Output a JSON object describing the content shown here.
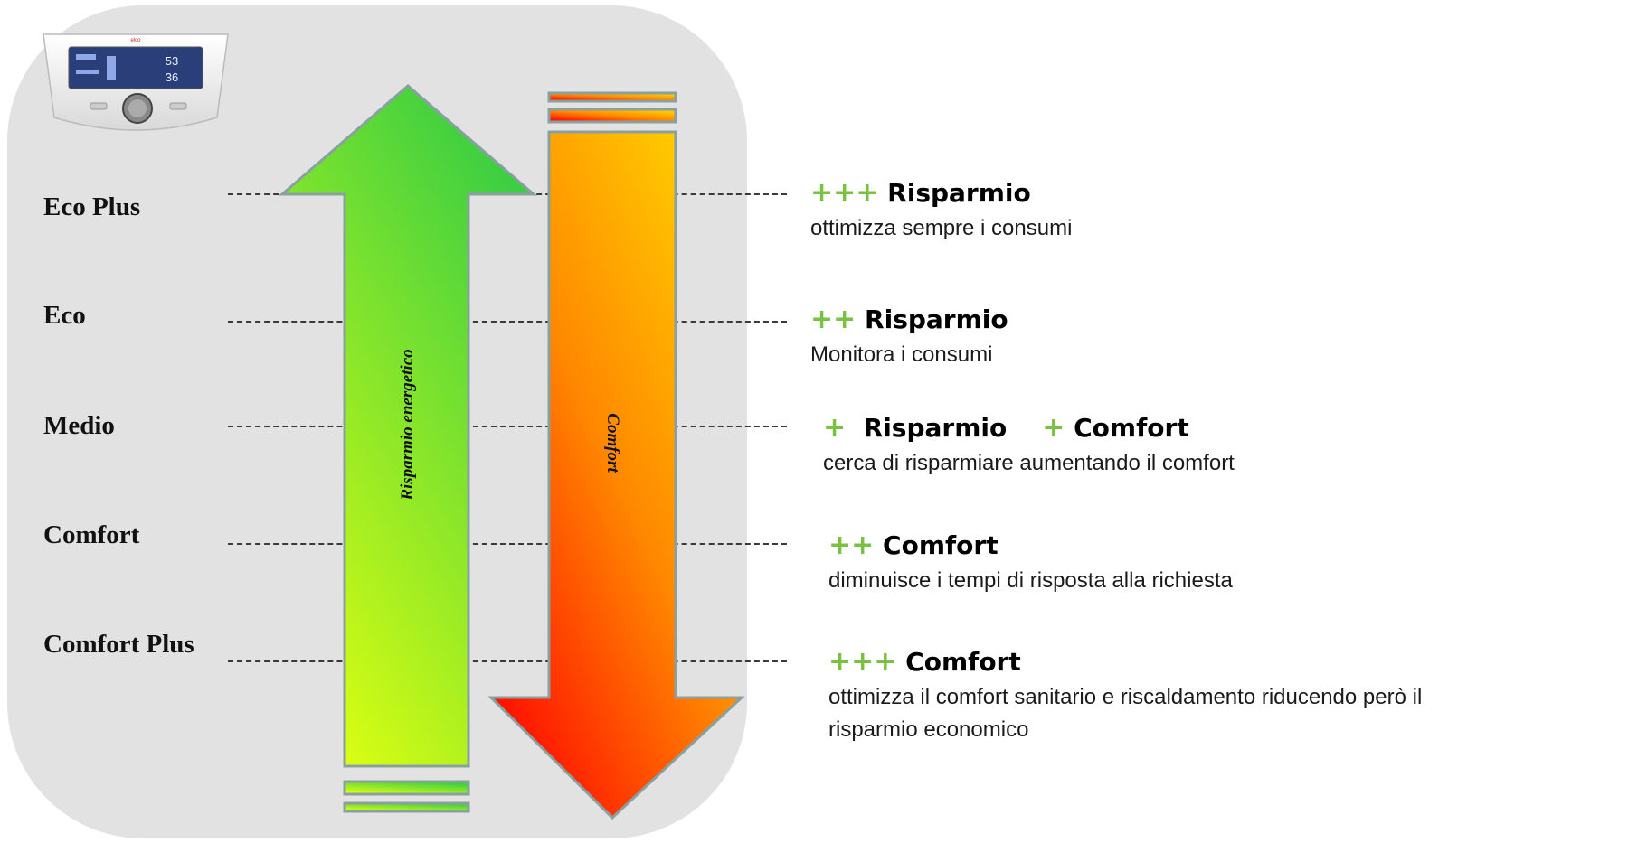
{
  "levels": [
    {
      "label": "Eco Plus"
    },
    {
      "label": "Eco"
    },
    {
      "label": "Medio"
    },
    {
      "label": "Comfort"
    },
    {
      "label": "Comfort Plus"
    }
  ],
  "arrows": {
    "up_label": "Risparmio energetico",
    "down_label": "Comfort"
  },
  "descriptions": [
    {
      "plus": "+++",
      "head": "Risparmio",
      "text": "ottimizza sempre i consumi"
    },
    {
      "plus": "++",
      "head": "Risparmio",
      "text": "Monitora i consumi"
    },
    {
      "plus": "+",
      "head": "Risparmio",
      "plus2": "+",
      "head2": "Comfort",
      "text": "cerca di risparmiare aumentando il comfort"
    },
    {
      "plus": "++",
      "head": "Comfort",
      "text": "diminuisce i tempi di risposta alla richiesta"
    },
    {
      "plus": "+++",
      "head": "Comfort",
      "text": "ottimizza il comfort sanitario e riscaldamento riducendo però il",
      "text2": "risparmio economico"
    }
  ],
  "device": {
    "brand": "elco",
    "readout_1": "53",
    "readout_2": "36"
  },
  "colors": {
    "plus_green": "#7ac143",
    "panel_gray": "#e2e2e2",
    "up_arrow_top": "#33cc44",
    "up_arrow_bottom": "#ddff11",
    "down_arrow_top": "#ffd700",
    "down_arrow_bottom": "#ff0000"
  }
}
